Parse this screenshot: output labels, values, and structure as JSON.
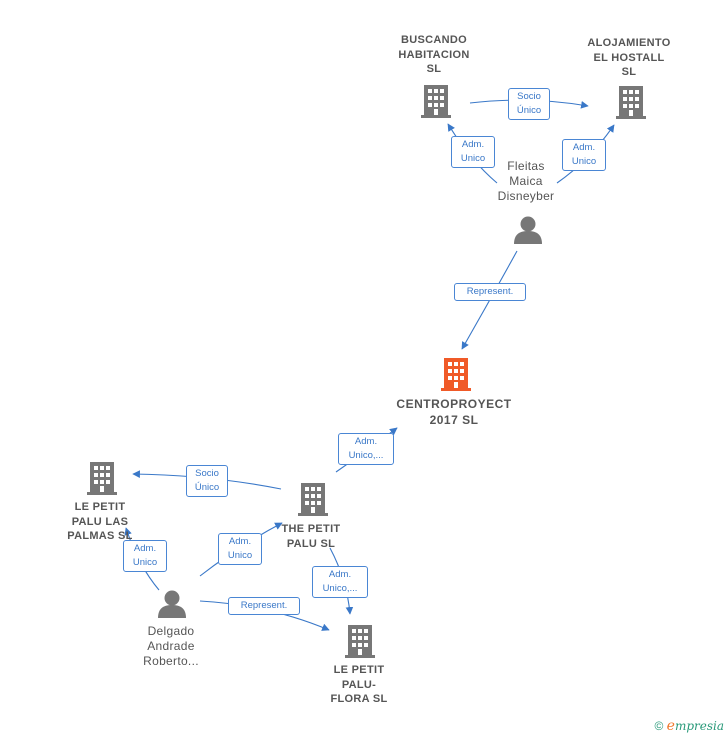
{
  "colors": {
    "edge": "#3a78c8",
    "building": "#777777",
    "main_building": "#f05a28",
    "person": "#777777"
  },
  "nodes": {
    "buscando": {
      "label_lines": [
        "BUSCANDO",
        "HABITACION",
        "SL"
      ]
    },
    "alojamiento": {
      "label_lines": [
        "ALOJAMIENTO",
        "EL HOSTALL",
        "SL"
      ]
    },
    "fleitas": {
      "label_lines": [
        "Fleitas",
        "Maica",
        "Disneyber"
      ]
    },
    "centro": {
      "label_lines": [
        "CENTROPROYECT",
        "2017  SL"
      ]
    },
    "lepetit_palmas": {
      "label_lines": [
        "LE PETIT",
        "PALU LAS",
        "PALMAS  SL"
      ]
    },
    "thepetit": {
      "label_lines": [
        "THE PETIT",
        "PALU  SL"
      ]
    },
    "delgado": {
      "label_lines": [
        "Delgado",
        "Andrade",
        "Roberto..."
      ]
    },
    "lepetit_flora": {
      "label_lines": [
        "LE PETIT",
        "PALU-",
        "FLORA  SL"
      ]
    }
  },
  "edges": {
    "socio_unico_top": [
      "Socio",
      "Único"
    ],
    "adm_unico_buscando": [
      "Adm.",
      "Unico"
    ],
    "adm_unico_alojamiento": [
      "Adm.",
      "Unico"
    ],
    "represent_fleitas": [
      "Represent."
    ],
    "adm_unico_centro": [
      "Adm.",
      "Unico,..."
    ],
    "socio_unico_palmas": [
      "Socio",
      "Único"
    ],
    "adm_unico_palmas": [
      "Adm.",
      "Unico"
    ],
    "adm_unico_thepetit": [
      "Adm.",
      "Unico"
    ],
    "adm_unico_flora": [
      "Adm.",
      "Unico,..."
    ],
    "represent_delgado": [
      "Represent."
    ]
  },
  "footer": {
    "copyright": "©",
    "brand_first": "e",
    "brand_rest": "mpresia"
  }
}
